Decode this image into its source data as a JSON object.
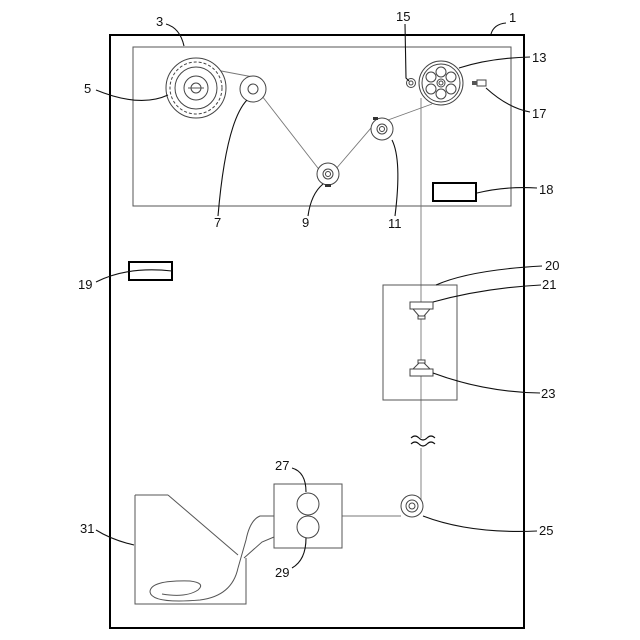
{
  "labels": {
    "l1": "1",
    "l3": "3",
    "l5": "5",
    "l7": "7",
    "l9": "9",
    "l11": "11",
    "l13": "13",
    "l15": "15",
    "l17": "17",
    "l18": "18",
    "l19": "19",
    "l20": "20",
    "l21": "21",
    "l23": "23",
    "l25": "25",
    "l27": "27",
    "l29": "29",
    "l31": "31"
  }
}
